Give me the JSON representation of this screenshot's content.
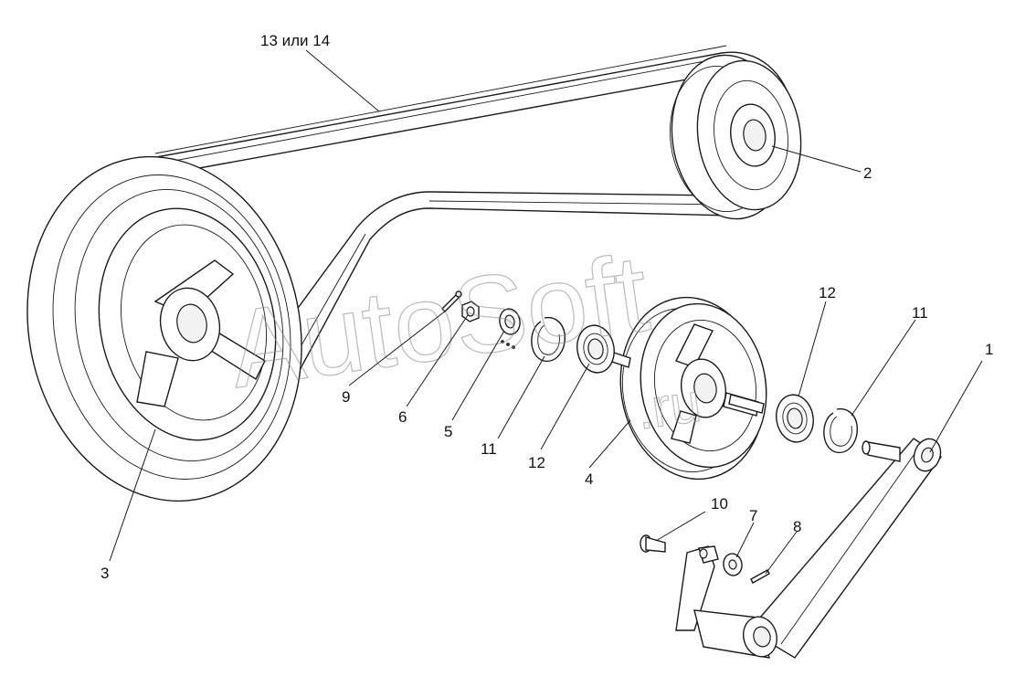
{
  "labels": {
    "l13_14": "13 или 14",
    "l1": "1",
    "l2": "2",
    "l3": "3",
    "l4": "4",
    "l5": "5",
    "l6": "6",
    "l7": "7",
    "l8": "8",
    "l9": "9",
    "l10": "10",
    "l11a": "11",
    "l11b": "11",
    "l12a": "12",
    "l12b": "12"
  },
  "watermark": {
    "main": "AutoSoft",
    "suffix": ".ru"
  },
  "colors": {
    "line": "#1a1a1a",
    "background": "#ffffff",
    "watermark": "#8a8a8a"
  }
}
